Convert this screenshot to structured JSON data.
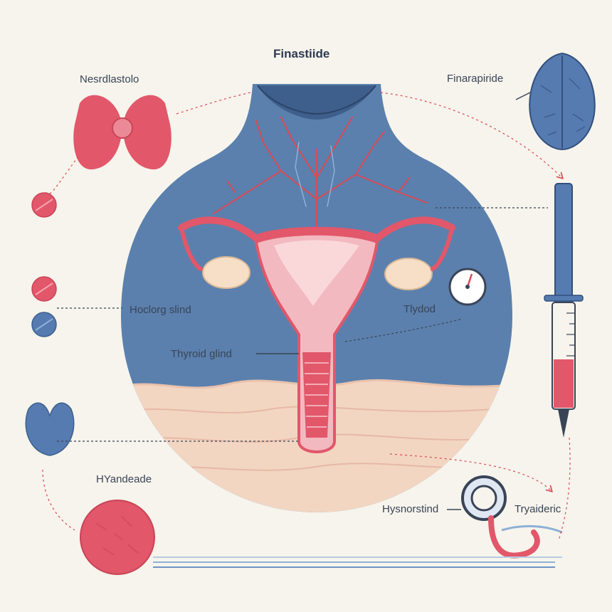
{
  "title": "Finastiide",
  "labels": {
    "top_left": "Nesrdlastolo",
    "top_right": "Finarapiride",
    "hoclorg": "Hoclorg slind",
    "tlydod": "Tlydod",
    "thyroid": "Thyroid glind",
    "hyandeade": "HYandeade",
    "hysnorstind": "Hysnorstind",
    "tryaideric": "Tryaideric"
  },
  "colors": {
    "background": "#f6f4ec",
    "blue_panel": "#5b80ad",
    "organ_red": "#e2576a",
    "organ_blue": "#557bb0",
    "ovary": "#f6dfc6",
    "tissue": "#f2d6c2",
    "line": "#3a4457",
    "arrow": "#d94a56"
  },
  "icons": [
    "thyroid-icon",
    "pill-icon",
    "brain-icon",
    "syringe-icon",
    "gauge-icon",
    "stethoscope-icon",
    "tissue-sample-icon"
  ]
}
